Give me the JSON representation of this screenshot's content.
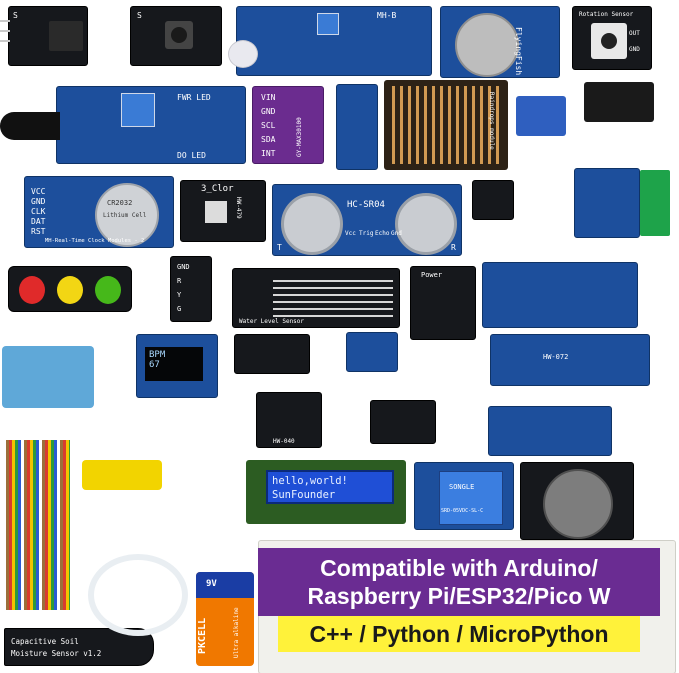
{
  "modules": {
    "ir_receiver": {
      "label": "S"
    },
    "button": {
      "label": "S"
    },
    "flame_top": {
      "label": "MH-B"
    },
    "gas_sensor": {
      "label": "FlyingFish"
    },
    "rotation": {
      "label": "Rotation Sensor",
      "pins": [
        "OUT",
        "GND"
      ]
    },
    "flame_side": {
      "label": "FWR LED",
      "sub": "DO LED"
    },
    "i2c_purple": {
      "pins": [
        "VIN",
        "GND",
        "SCL",
        "SDA",
        "INT"
      ],
      "model": "GY-MAX30100"
    },
    "rain": {
      "label": "Raindrops module"
    },
    "rtc": {
      "battery": "CR2032",
      "battery_sub": "Lithium Cell",
      "pins": [
        "VCC",
        "GND",
        "CLK",
        "DAT",
        "RST"
      ],
      "caption": "MH-Real-Time Clock Modules - 2"
    },
    "color": {
      "label": "3_Clor",
      "sub": "HW-479"
    },
    "ultrasonic": {
      "label": "HC-SR04",
      "left": "T",
      "right": "R",
      "pins": [
        "Vcc",
        "Trig",
        "Echo",
        "Gnd"
      ]
    },
    "traffic": {
      "pins": [
        "GND",
        "R",
        "Y",
        "G"
      ]
    },
    "water_level": {
      "label": "Water Level Sensor"
    },
    "power": {
      "label": "Power"
    },
    "oled": {
      "line1": "BPM",
      "line2": "67"
    },
    "motion": {
      "label": "HW-072"
    },
    "pot": {
      "label": "HW-040"
    },
    "relay": {
      "brand": "SONGLE",
      "model": "SRD-05VDC-SL-C"
    },
    "lcd": {
      "line1": "hello,world!",
      "line2": "SunFounder"
    },
    "soil": {
      "line1": "Capacitive  Soil",
      "line2": "Moisture Sensor v1.2"
    },
    "battery": {
      "brand": "PKCELL",
      "voltage": "9V",
      "type": "Ultra alkaline"
    }
  },
  "banner": {
    "line1": "Compatible with Arduino/",
    "line2": "Raspberry Pi/ESP32/Pico W",
    "line3": "C++ / Python / MicroPython"
  },
  "colors": {
    "pcb_blue": "#1d4f9c",
    "banner_purple": "#6a2c92",
    "banner_yellow": "#fff23a"
  }
}
